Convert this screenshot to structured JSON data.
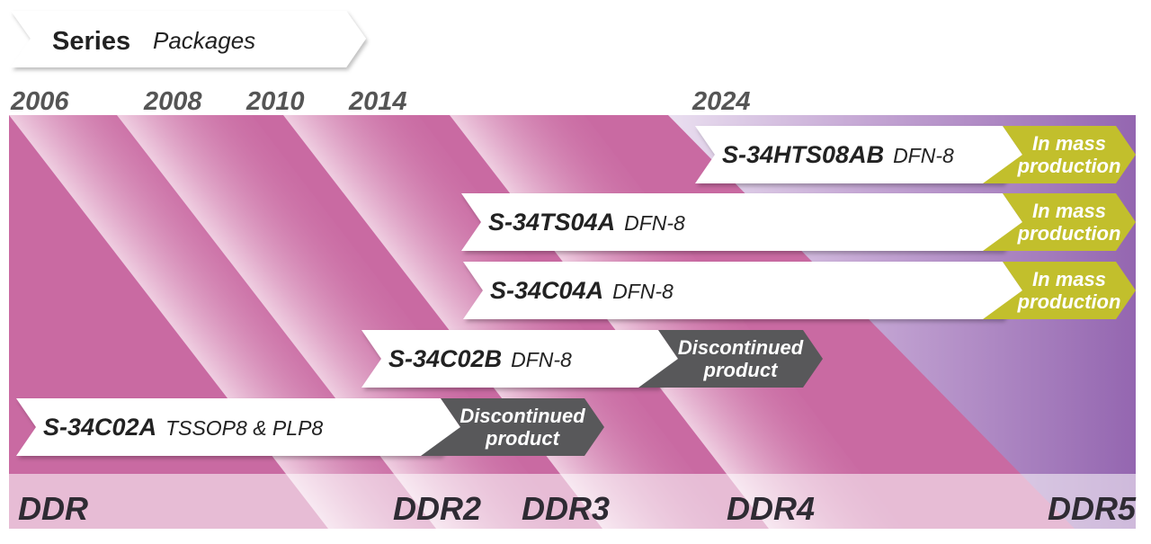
{
  "header": {
    "title": "Series",
    "subtitle": "Packages"
  },
  "years": [
    "2006",
    "2008",
    "2010",
    "2014",
    "2024"
  ],
  "generations": [
    "DDR",
    "DDR2",
    "DDR3",
    "DDR4",
    "DDR5"
  ],
  "products": [
    {
      "name": "S-34HTS08AB",
      "package": "DFN-8",
      "status_line1": "In mass",
      "status_line2": "production"
    },
    {
      "name": "S-34TS04A",
      "package": "DFN-8",
      "status_line1": "In mass",
      "status_line2": "production"
    },
    {
      "name": "S-34C04A",
      "package": "DFN-8",
      "status_line1": "In mass",
      "status_line2": "production"
    },
    {
      "name": "S-34C02B",
      "package": "DFN-8",
      "status_line1": "Discontinued",
      "status_line2": "product"
    },
    {
      "name": "S-34C02A",
      "package": "TSSOP8 & PLP8",
      "status_line1": "Discontinued",
      "status_line2": "product"
    }
  ],
  "colors": {
    "pink": "#c96aa2",
    "pink_light": "#f0cfe1",
    "purple": "#9466b0",
    "mass": "#c2bf2c",
    "discontinued": "#58585a"
  }
}
